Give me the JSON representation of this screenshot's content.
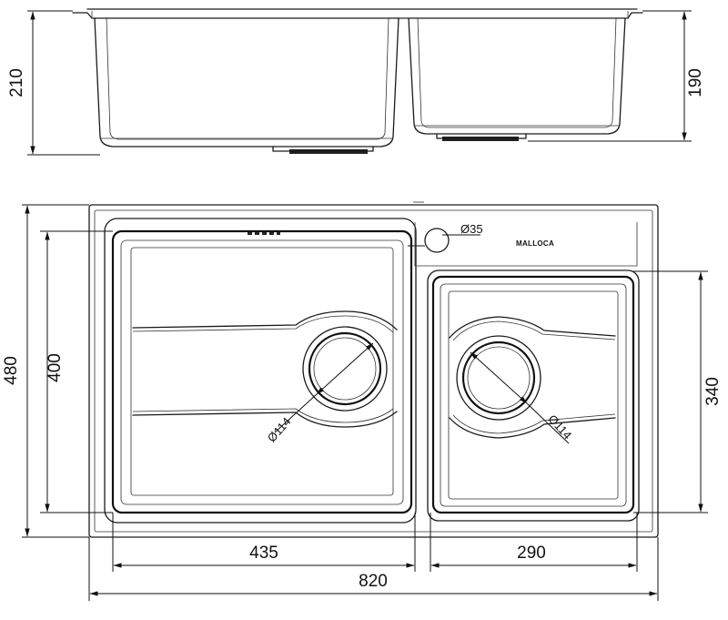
{
  "brand": "MALLOCA",
  "side_view": {
    "left_height": "210",
    "right_height": "190"
  },
  "top_view": {
    "overall_depth": "480",
    "left_bowl_depth": "400",
    "right_bowl_depth": "340",
    "left_bowl_width": "435",
    "right_bowl_width": "290",
    "overall_width": "820",
    "tap_hole": "Ø35",
    "left_drain": "Ø114",
    "right_drain": "Ø114"
  }
}
